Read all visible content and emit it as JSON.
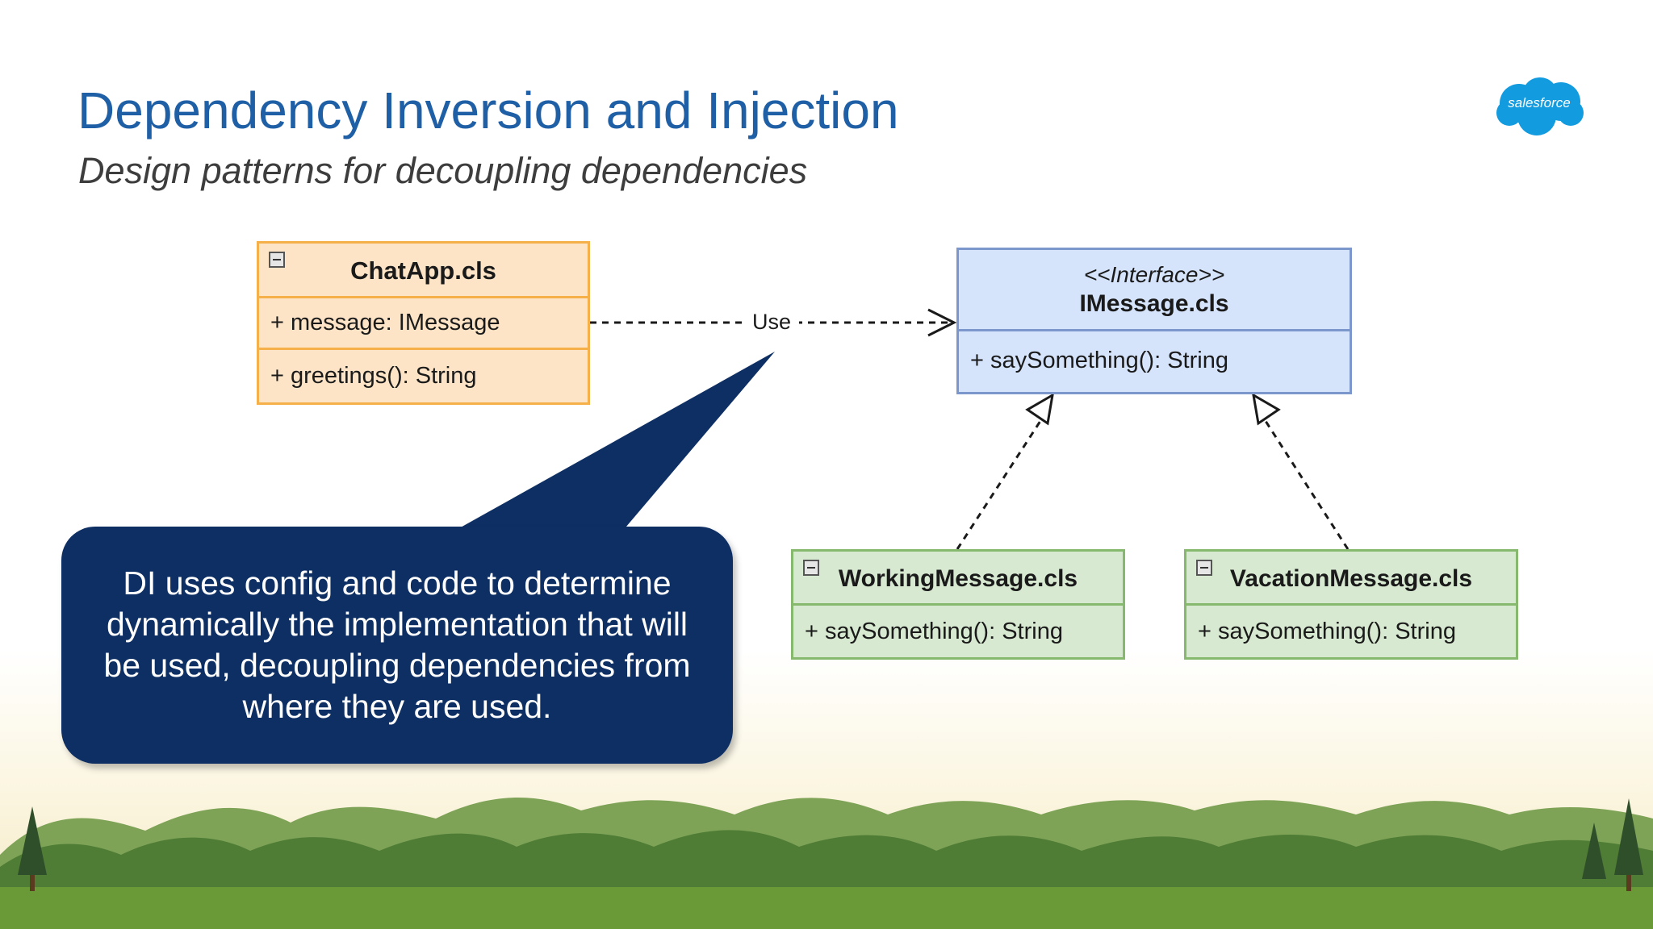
{
  "slide": {
    "title": "Dependency Inversion and Injection",
    "subtitle": "Design patterns for decoupling dependencies"
  },
  "logo": {
    "text": "salesforce",
    "color": "#139be0"
  },
  "diagram": {
    "classes": {
      "chatapp": {
        "name": "ChatApp.cls",
        "members": [
          "+ message: IMessage",
          "+ greetings(): String"
        ],
        "fill": "#fde4c6",
        "border": "#f5b04a"
      },
      "imessage": {
        "stereotype": "<<Interface>>",
        "name": "IMessage.cls",
        "members": [
          "+ saySomething(): String"
        ],
        "fill": "#d5e4fb",
        "border": "#7b97cc"
      },
      "working": {
        "name": "WorkingMessage.cls",
        "members": [
          "+ saySomething(): String"
        ],
        "fill": "#d7e9d0",
        "border": "#86b86e"
      },
      "vacation": {
        "name": "VacationMessage.cls",
        "members": [
          "+ saySomething(): String"
        ],
        "fill": "#d7e9d0",
        "border": "#86b86e"
      }
    },
    "relations": [
      {
        "from": "ChatApp.cls",
        "to": "IMessage.cls",
        "type": "dependency",
        "label": "Use"
      },
      {
        "from": "WorkingMessage.cls",
        "to": "IMessage.cls",
        "type": "realization"
      },
      {
        "from": "VacationMessage.cls",
        "to": "IMessage.cls",
        "type": "realization"
      }
    ]
  },
  "callout": {
    "text": "DI uses config and code to determine dynamically the implementation that will be used, decoupling dependencies from where they are used.",
    "fill": "#0e2f63"
  },
  "colors": {
    "title": "#1f5fa6",
    "subtitle": "#3d3d3d",
    "hills": "#5c8b3e",
    "grass": "#6a9a38"
  }
}
